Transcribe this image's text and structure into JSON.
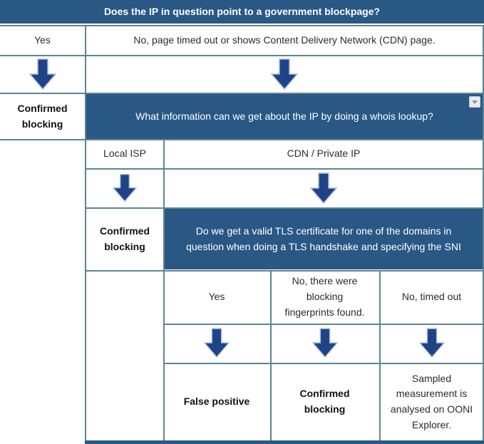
{
  "colors": {
    "navy": "#2a5885",
    "arrow_fill": "#1e4387",
    "arrow_outline": "#a9bcdf",
    "border": "#5d8493",
    "text": "#2b2b2b"
  },
  "icons": {
    "dropdown": "collapse-dropdown-icon",
    "arrow": "down-arrow-icon"
  },
  "flow": {
    "q1": "Does the IP in question point to a government blockpage?",
    "q1_answer_yes": "Yes",
    "q1_answer_no": "No, page timed out or shows Content Delivery Network (CDN) page.",
    "outcome_confirmed_blocking_1": "Confirmed blocking",
    "q2": "What information can we get about the IP by doing a whois lookup?",
    "q2_answer_local_isp": "Local ISP",
    "q2_answer_cdn": "CDN / Private IP",
    "outcome_confirmed_blocking_2": "Confirmed blocking",
    "q3": "Do we get a valid TLS certificate for one of the domains in question when doing a TLS handshake and specifying the SNI",
    "q3_answer_yes": "Yes",
    "q3_answer_fingerprints": "No, there were blocking fingerprints found.",
    "q3_answer_timeout": "No, timed out",
    "outcome_false_positive": "False positive",
    "outcome_confirmed_blocking_3": "Confirmed blocking",
    "outcome_sampled": "Sampled measurement is analysed on OONI Explorer."
  }
}
